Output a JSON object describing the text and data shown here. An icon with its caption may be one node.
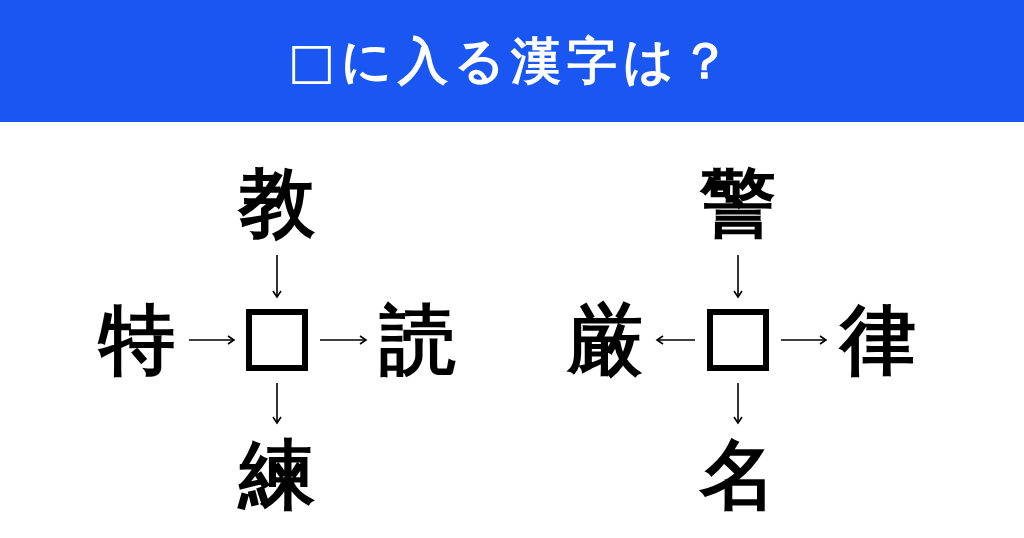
{
  "diagram": {
    "title": "□に入る漢字は？",
    "nodes": [
      {
        "text": [
          "教"
        ]
      },
      {
        "text": [
          "警"
        ]
      },
      {
        "text": [
          "特"
        ]
      },
      {
        "text": [],
        "shape": "box"
      },
      {
        "text": [
          "読"
        ]
      },
      {
        "text": [
          "厳"
        ]
      },
      {
        "text": [],
        "shape": "box"
      },
      {
        "text": [
          "律"
        ]
      },
      {
        "text": [
          "練"
        ]
      },
      {
        "text": [
          "名"
        ]
      }
    ],
    "edges": [
      {
        "from": 0,
        "to": 3,
        "arrow": "to"
      },
      {
        "from": 2,
        "to": 3,
        "arrow": "to"
      },
      {
        "from": 3,
        "to": 4,
        "arrow": "to"
      },
      {
        "from": 3,
        "to": 8,
        "arrow": "to"
      },
      {
        "from": 1,
        "to": 6,
        "arrow": "to"
      },
      {
        "from": 6,
        "to": 5,
        "arrow": "to"
      },
      {
        "from": 6,
        "to": 7,
        "arrow": "to"
      },
      {
        "from": 6,
        "to": 9,
        "arrow": "to"
      }
    ]
  }
}
